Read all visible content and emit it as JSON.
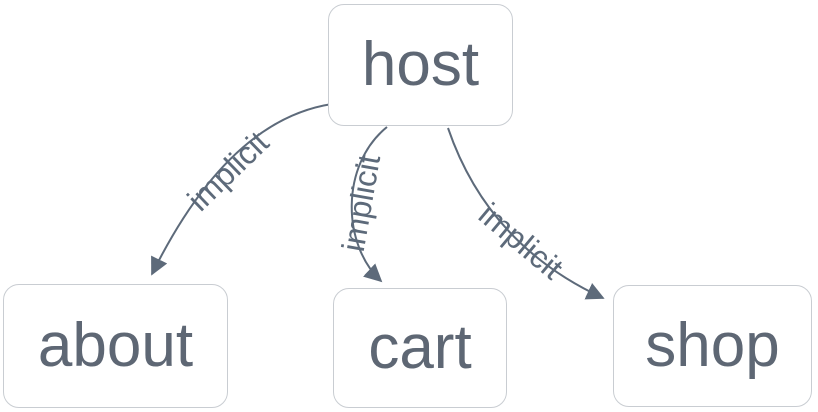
{
  "diagram": {
    "colors": {
      "background": "#ffffff",
      "node_fill": "#ffffff",
      "node_border": "#c9cdd2",
      "node_text": "#5e6774",
      "edge": "#5d6a7a"
    },
    "nodes": [
      {
        "id": "host",
        "label": "host"
      },
      {
        "id": "about",
        "label": "about"
      },
      {
        "id": "cart",
        "label": "cart"
      },
      {
        "id": "shop",
        "label": "shop"
      }
    ],
    "edges": [
      {
        "from": "host",
        "to": "about",
        "label": "implicit"
      },
      {
        "from": "host",
        "to": "cart",
        "label": "implicit"
      },
      {
        "from": "host",
        "to": "shop",
        "label": "implicit"
      }
    ]
  }
}
